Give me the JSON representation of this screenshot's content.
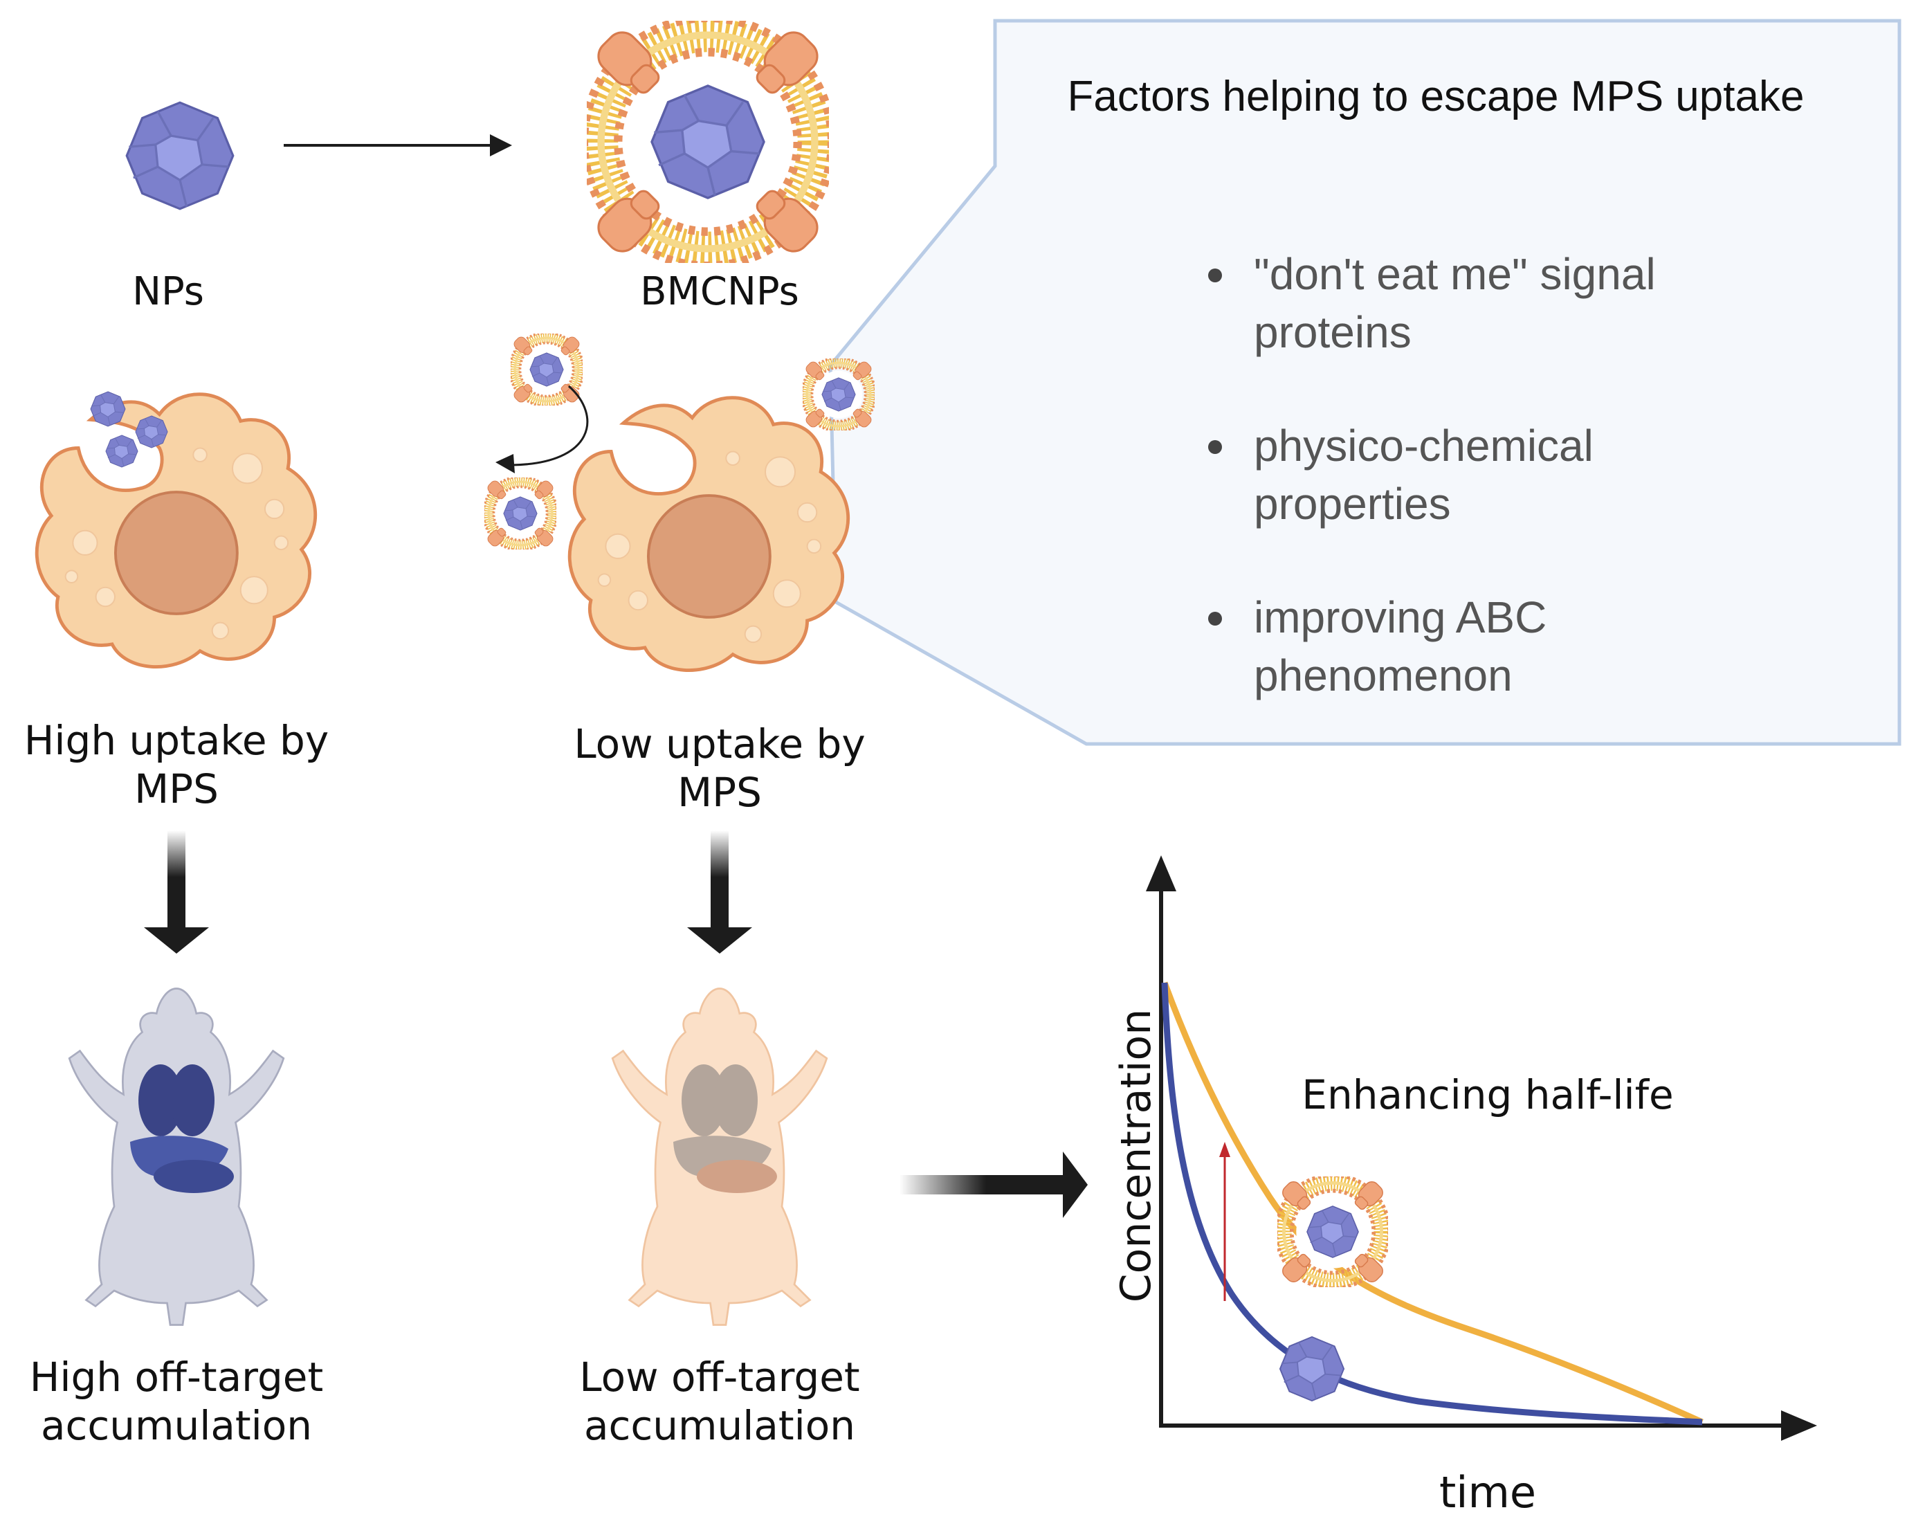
{
  "labels": {
    "nps": "NPs",
    "bmcnps": "BMCNPs",
    "high_uptake_l1": "High uptake by",
    "high_uptake_l2": "MPS",
    "low_uptake_l1": "Low uptake by",
    "low_uptake_l2": "MPS",
    "high_offtarget_l1": "High off-target",
    "high_offtarget_l2": "accumulation",
    "low_offtarget_l1": "Low off-target",
    "low_offtarget_l2": "accumulation"
  },
  "factors_panel": {
    "title": "Factors helping to escape MPS uptake",
    "items": [
      {
        "line1": "\"don't eat me\" signal",
        "line2": "proteins"
      },
      {
        "line1": "physico-chemical",
        "line2": "properties"
      },
      {
        "line1": "improving ABC",
        "line2": "phenomenon"
      }
    ]
  },
  "graph": {
    "annotation": "Enhancing half-life",
    "xlabel": "time",
    "ylabel": "Concentration"
  },
  "colors": {
    "np_purple": "#8a8ed8",
    "cell_peach": "#f8d3a6",
    "membrane_orange": "#e8915e",
    "lipid_gold": "#f0c04a",
    "curve_blue": "#3f4ea0",
    "curve_gold": "#f0b040",
    "panel_fill": "#f5f8fc",
    "panel_border": "#b9cce6"
  }
}
